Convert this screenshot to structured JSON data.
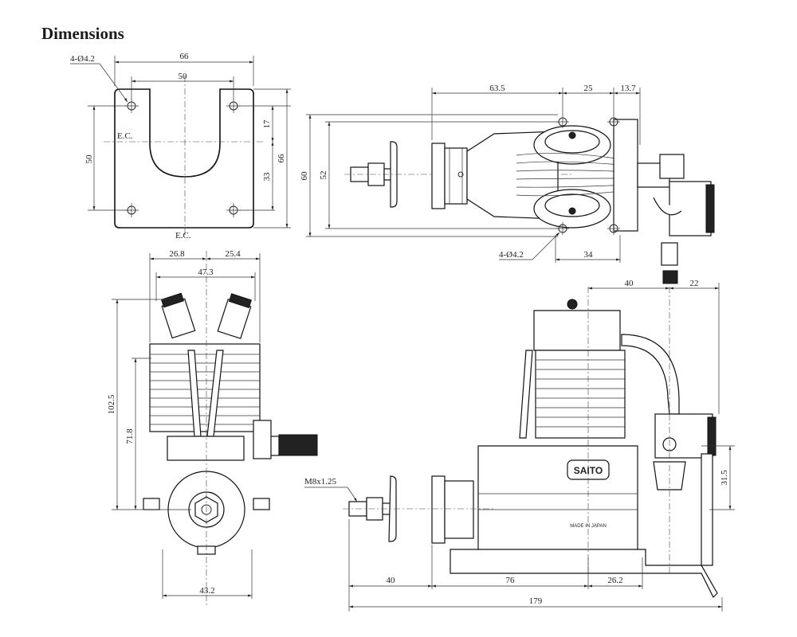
{
  "title": "Dimensions",
  "mount_view": {
    "hole_callout": "4-Ø4.2",
    "width_outer": "66",
    "width_inner": "50",
    "height_left": "50",
    "height_right": "66",
    "upper_offset": "17",
    "lower_offset": "33",
    "ec_side": "E.C.",
    "ec_bottom": "E.C."
  },
  "top_view": {
    "dim_a": "63.5",
    "dim_b": "25",
    "dim_c": "13.7",
    "height_outer": "60",
    "height_inner": "52",
    "hole_callout": "4-Ø4.2",
    "hole_spacing": "34"
  },
  "front_view": {
    "left_half": "26.8",
    "right_half": "25.4",
    "head_span": "47.3",
    "total_height": "102.5",
    "crank_height": "71.8",
    "base_width": "43.2"
  },
  "side_view": {
    "top_a": "40",
    "top_b": "22",
    "thread_label": "M8x1.25",
    "right_height": "31.5",
    "bottom_a": "40",
    "bottom_b": "76",
    "bottom_c": "26.2",
    "overall": "179",
    "brand": "SAITO",
    "made_in": "MADE IN JAPAN"
  }
}
